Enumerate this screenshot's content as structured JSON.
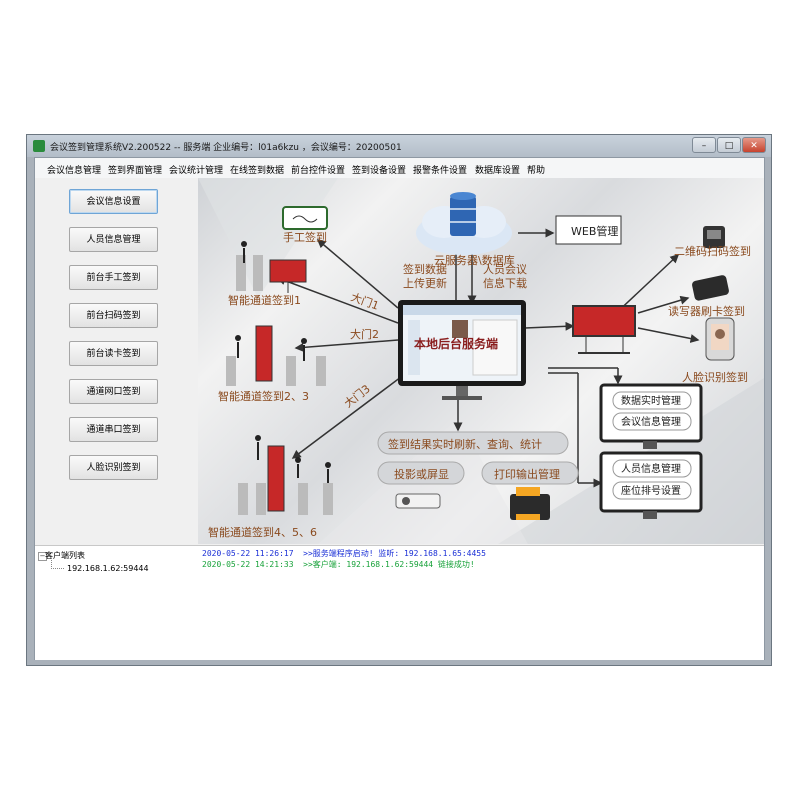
{
  "window": {
    "title": "会议签到管理系统V2.200522 -- 服务端      企业编号：l01a6kzu ，会议编号：20200501",
    "minimize": "–",
    "maximize": "□",
    "close": "✕"
  },
  "menu": [
    "会议信息管理",
    "签到界面管理",
    "会议统计管理",
    "在线签到数据",
    "前台控件设置",
    "签到设备设置",
    "报警条件设置",
    "数据库设置",
    "帮助"
  ],
  "nav": [
    "会议信息设置",
    "人员信息管理",
    "前台手工签到",
    "前台扫码签到",
    "前台读卡签到",
    "通道网口签到",
    "通道串口签到",
    "人脸识别签到"
  ],
  "diagram": {
    "cloud": "云服务器\\数据库",
    "web": "WEB管理",
    "manual": "手工签到",
    "upload": [
      "签到数据",
      "上传更新"
    ],
    "download": [
      "人员会议",
      "信息下载"
    ],
    "gate1": "智能通道签到1",
    "gate23": "智能通道签到2、3",
    "gate456": "智能通道签到4、5、6",
    "door1": "大门1",
    "door2": "大门2",
    "door3": "大门3",
    "server": "本地后台服务端",
    "qr": "二维码扫码签到",
    "card": "读写器刷卡签到",
    "face": "人脸识别签到",
    "box1": [
      "数据实时管理",
      "会议信息管理"
    ],
    "box2": [
      "人员信息管理",
      "座位排号设置"
    ],
    "refresh": "签到结果实时刷新、查询、统计",
    "projector": "投影或屏显",
    "print": "打印输出管理"
  },
  "tree": {
    "root": "客户端列表",
    "child": "192.168.1.62:59444",
    "toggle": "−"
  },
  "log": [
    {
      "time": "2020-05-22 11:26:17",
      "msg": "  >>服务端程序启动! 监听: 192.168.1.65:4455",
      "color": "#1a2fd6"
    },
    {
      "time": "2020-05-22 14:21:33",
      "msg": "  >>客户端: 192.168.1.62:59444 链接成功!",
      "color": "#18a23a"
    }
  ],
  "colors": {
    "label": "#8a4a1e",
    "arrow": "#333333",
    "accent": "#2a8b3c"
  }
}
